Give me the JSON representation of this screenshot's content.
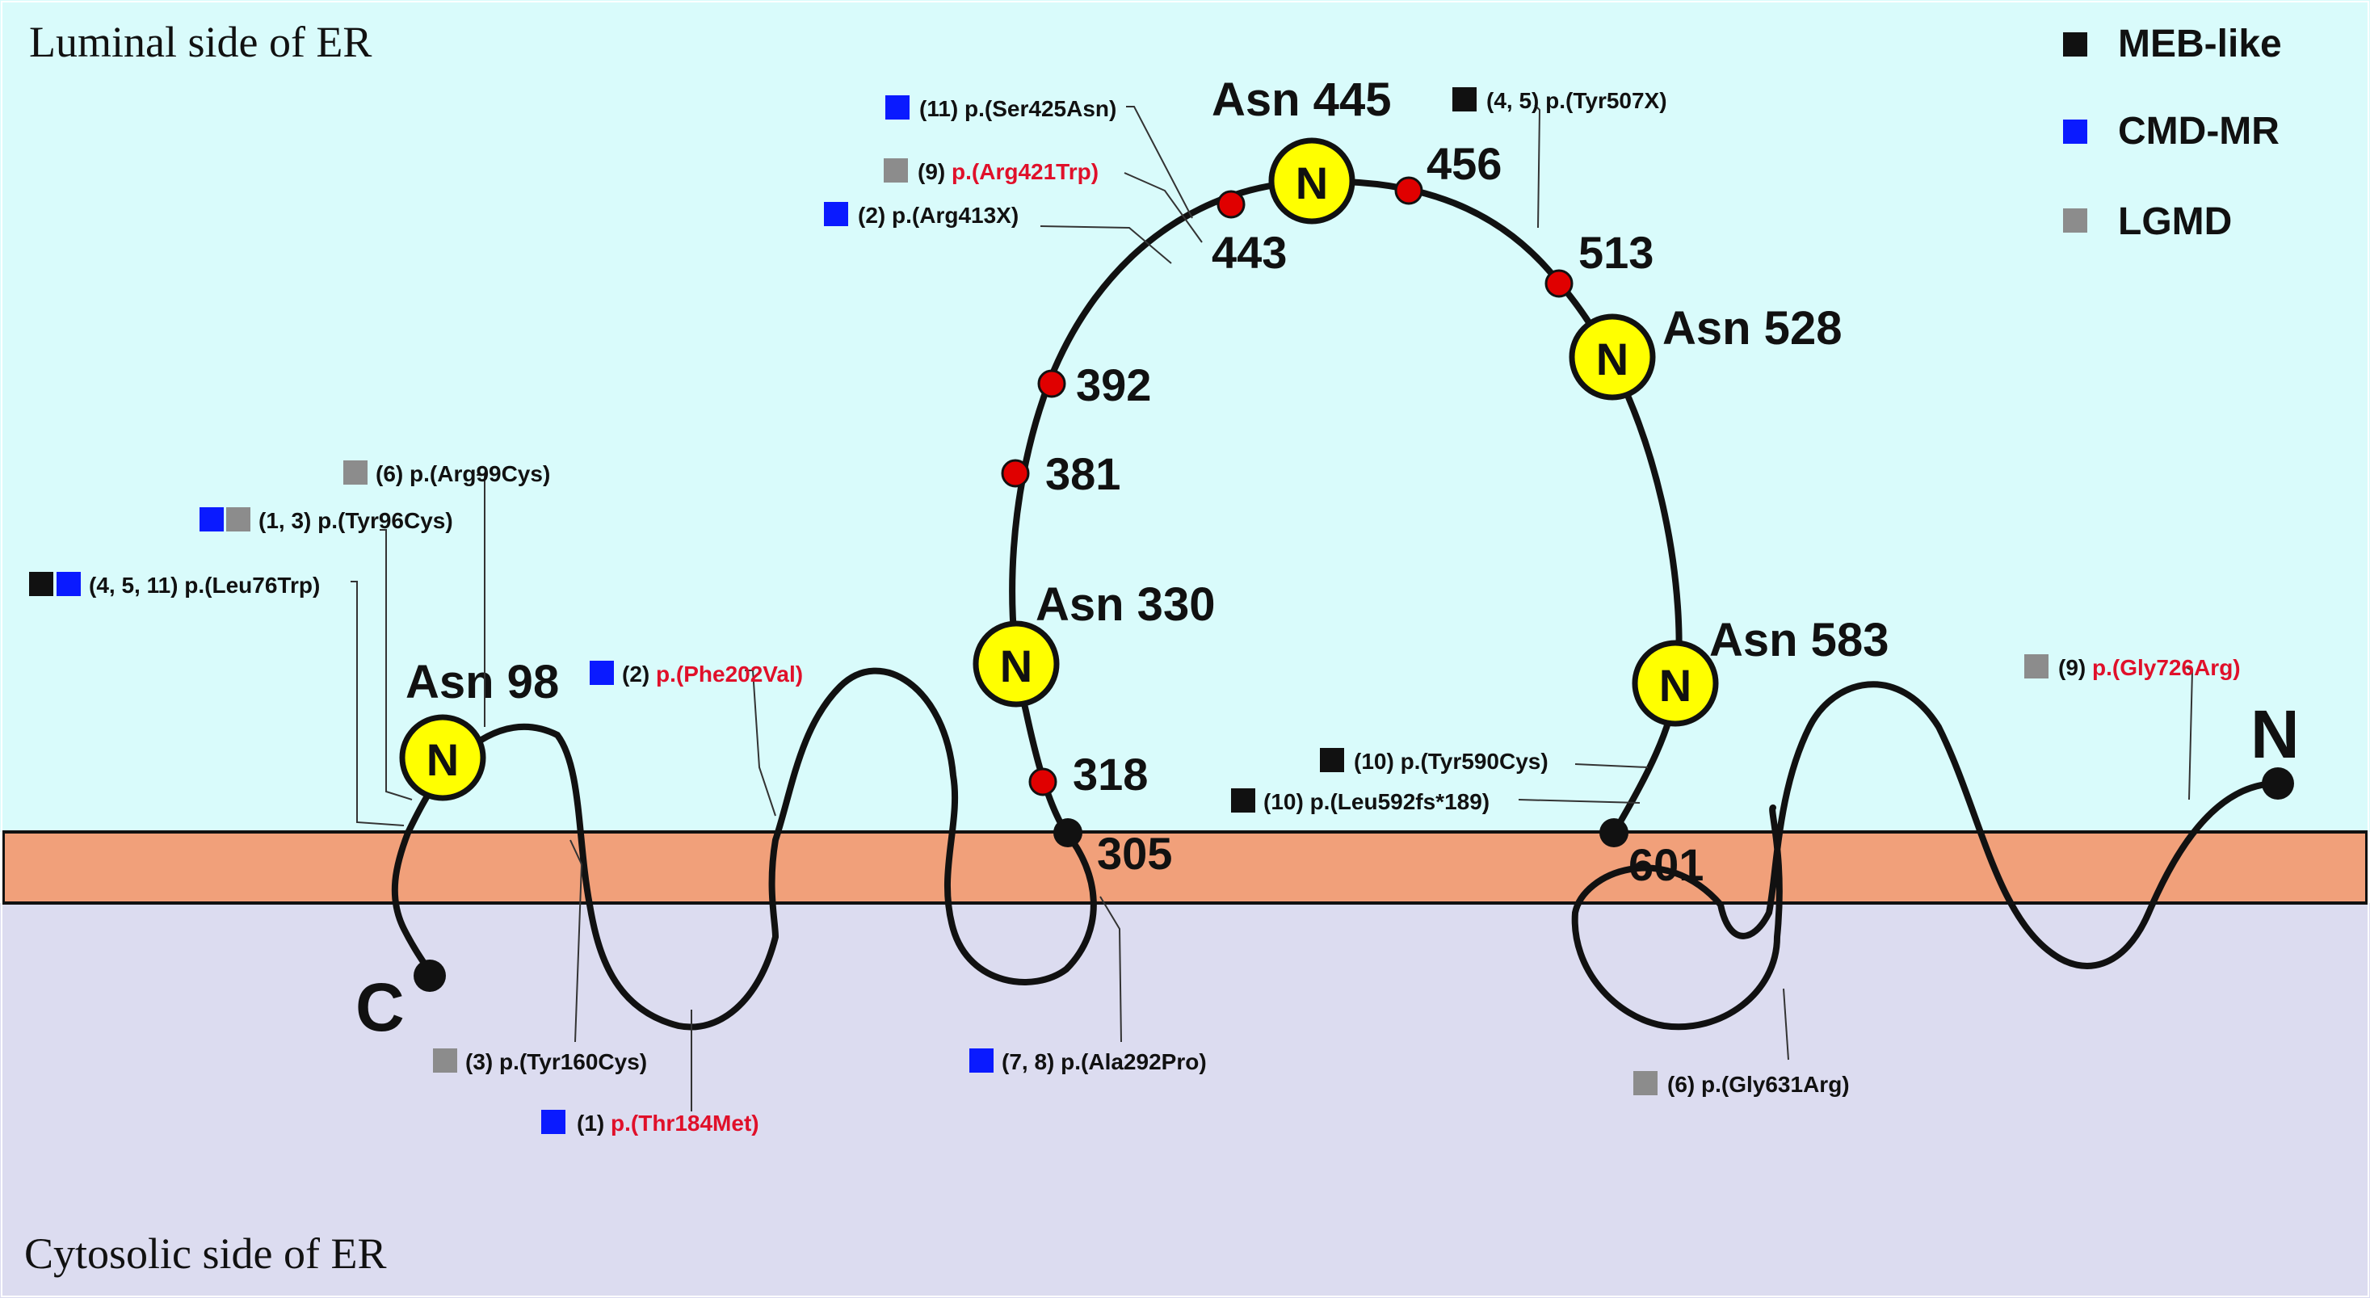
{
  "regions": {
    "luminal": "Luminal side of ER",
    "cytosolic": "Cytosolic side of ER"
  },
  "legend": [
    {
      "label": "MEB-like",
      "color": "#111111"
    },
    {
      "label": "CMD-MR",
      "color": "#0a1aff"
    },
    {
      "label": "LGMD",
      "color": "#8c8c8c"
    }
  ],
  "colors": {
    "luminal_bg": "#d9fbfb",
    "membrane": "#f1a07a",
    "cytosolic_bg": "#dcdcf0",
    "glyco_fill": "#ffff00",
    "site_dot": "#e00000",
    "highlight_text": "#e0102a"
  },
  "termini": {
    "n": "N",
    "c": "C"
  },
  "glycosylation": {
    "symbol": "N",
    "sites": [
      "Asn 98",
      "Asn 330",
      "Asn 445",
      "Asn 528",
      "Asn 583"
    ]
  },
  "residues": [
    "305",
    "318",
    "381",
    "392",
    "443",
    "456",
    "513",
    "601"
  ],
  "variants": [
    {
      "ref": "(6)",
      "name": "p.(Arg99Cys)",
      "colors": [
        "#8c8c8c"
      ],
      "highlight": false
    },
    {
      "ref": "(1, 3)",
      "name": "p.(Tyr96Cys)",
      "colors": [
        "#0a1aff",
        "#8c8c8c"
      ],
      "highlight": false
    },
    {
      "ref": "(4, 5, 11)",
      "name": "p.(Leu76Trp)",
      "colors": [
        "#111111",
        "#0a1aff"
      ],
      "highlight": false
    },
    {
      "ref": "(2)",
      "name": "p.(Phe202Val)",
      "colors": [
        "#0a1aff"
      ],
      "highlight": true
    },
    {
      "ref": "(11)",
      "name": "p.(Ser425Asn)",
      "colors": [
        "#0a1aff"
      ],
      "highlight": false
    },
    {
      "ref": "(9)",
      "name": "p.(Arg421Trp)",
      "colors": [
        "#8c8c8c"
      ],
      "highlight": true
    },
    {
      "ref": "(2)",
      "name": "p.(Arg413X)",
      "colors": [
        "#0a1aff"
      ],
      "highlight": false
    },
    {
      "ref": "(4, 5)",
      "name": "p.(Tyr507X)",
      "colors": [
        "#111111"
      ],
      "highlight": false
    },
    {
      "ref": "(10)",
      "name": "p.(Tyr590Cys)",
      "colors": [
        "#111111"
      ],
      "highlight": false
    },
    {
      "ref": "(10)",
      "name": "p.(Leu592fs*189)",
      "colors": [
        "#111111"
      ],
      "highlight": false
    },
    {
      "ref": "(9)",
      "name": "p.(Gly726Arg)",
      "colors": [
        "#8c8c8c"
      ],
      "highlight": true
    },
    {
      "ref": "(3)",
      "name": "p.(Tyr160Cys)",
      "colors": [
        "#8c8c8c"
      ],
      "highlight": false
    },
    {
      "ref": "(1)",
      "name": "p.(Thr184Met)",
      "colors": [
        "#0a1aff"
      ],
      "highlight": true
    },
    {
      "ref": "(7, 8)",
      "name": "p.(Ala292Pro)",
      "colors": [
        "#0a1aff"
      ],
      "highlight": false
    },
    {
      "ref": "(6)",
      "name": "p.(Gly631Arg)",
      "colors": [
        "#8c8c8c"
      ],
      "highlight": false
    }
  ]
}
